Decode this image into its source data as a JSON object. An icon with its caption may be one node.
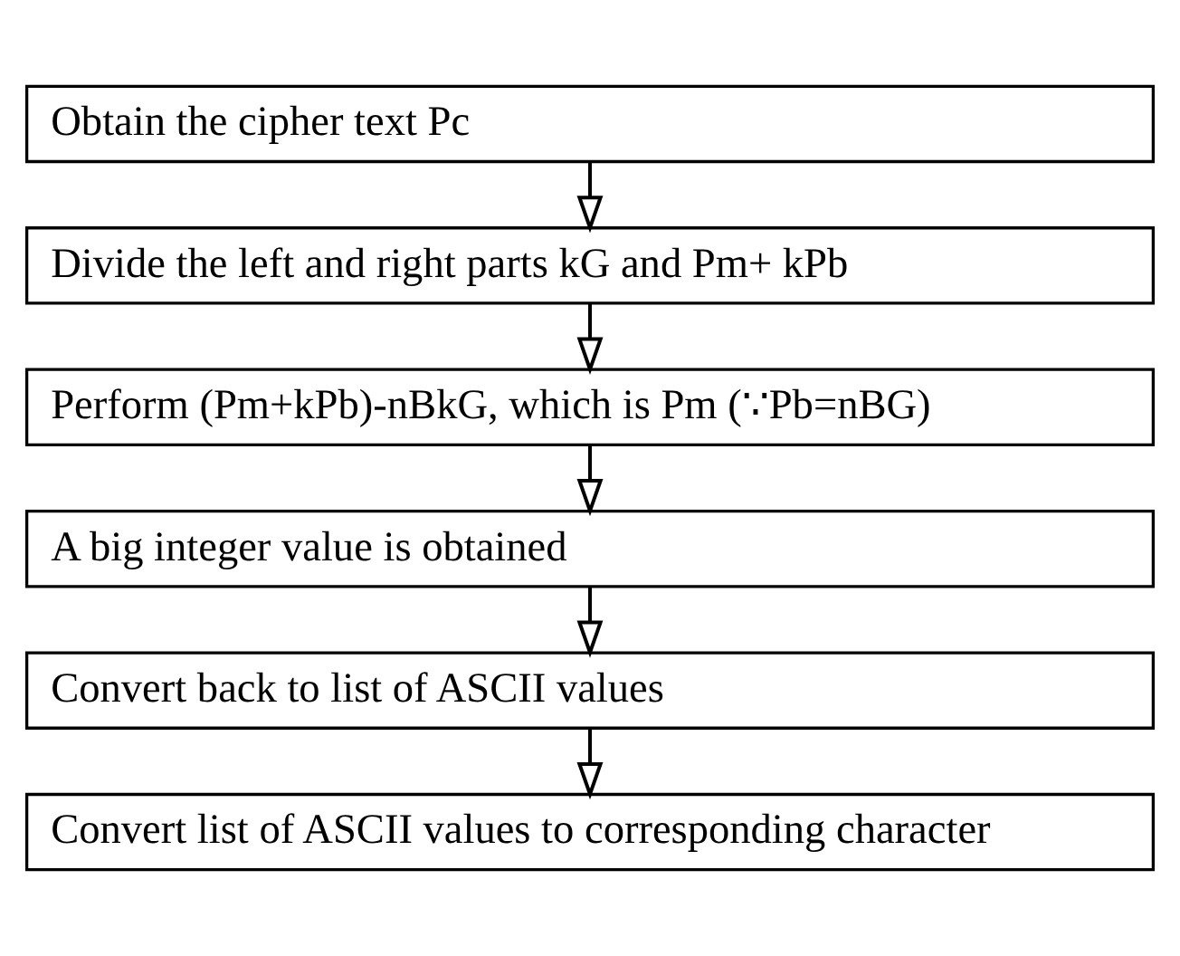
{
  "diagram": {
    "nodes": [
      {
        "text": [
          "Obtain the cipher text Pc"
        ]
      },
      {
        "text": [
          "Divide the left and right parts kG and Pm+ kPb"
        ]
      },
      {
        "text": [
          "Perform (Pm+kPb)-nBkG, which is Pm (∵Pb=nBG)"
        ]
      },
      {
        "text": [
          "A big integer value is obtained"
        ]
      },
      {
        "text": [
          "Convert back to list of ASCII values"
        ]
      },
      {
        "text": [
          "Convert list of ASCII values to corresponding character"
        ]
      }
    ],
    "edges": [
      {
        "from": 0,
        "to": 1,
        "arrow": "to"
      },
      {
        "from": 1,
        "to": 2,
        "arrow": "to"
      },
      {
        "from": 2,
        "to": 3,
        "arrow": "to"
      },
      {
        "from": 3,
        "to": 4,
        "arrow": "to"
      },
      {
        "from": 4,
        "to": 5,
        "arrow": "to"
      }
    ]
  }
}
